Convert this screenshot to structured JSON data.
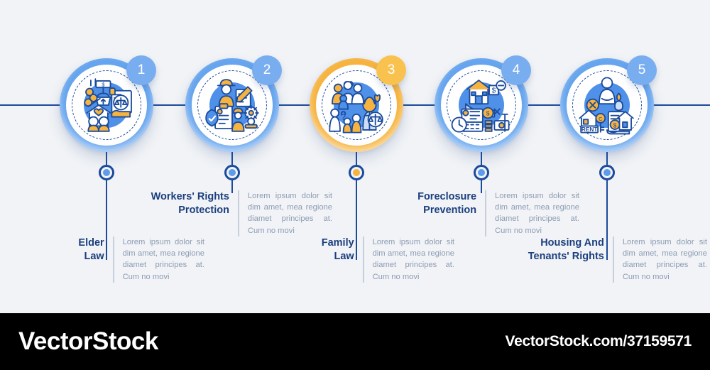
{
  "graphic": {
    "type": "timeline-infographic",
    "steps_count": 5,
    "colors": {
      "background": "#f1f3f6",
      "primary_blue": "#65a4ee",
      "dark_blue": "#1b4b9c",
      "title_blue": "#1b3f7e",
      "accent_yellow": "#f6b33e",
      "badge_blue": "#78aef0",
      "badge_yellow": "#f9c24f",
      "body_text": "#8d9cb3",
      "footer": "#000000"
    }
  },
  "steps": [
    {
      "number": "1",
      "title": "Elder\nLaw",
      "body": "Lorem ipsum dolor sit dim amet, mea regione diamet principes at. Cum no movi",
      "icon": "elderly-couple-home-finance-icon",
      "accent": false
    },
    {
      "number": "2",
      "title": "Workers' Rights\nProtection",
      "body": "Lorem ipsum dolor sit dim amet, mea regione diamet principes at. Cum no movi",
      "icon": "construction-worker-clipboard-icon",
      "accent": false
    },
    {
      "number": "3",
      "title": "Family\nLaw",
      "body": "Lorem ipsum dolor sit dim amet, mea regione diamet principes at. Cum no movi",
      "icon": "family-group-scales-icon",
      "accent": true
    },
    {
      "number": "4",
      "title": "Foreclosure\nPrevention",
      "body": "Lorem ipsum dolor sit dim amet, mea regione diamet principes at. Cum no movi",
      "icon": "house-money-calendar-icon",
      "accent": false
    },
    {
      "number": "5",
      "title": "Housing And\nTenants' Rights",
      "body": "Lorem ipsum dolor sit dim amet, mea regione diamet principes at. Cum no movi",
      "icon": "rent-house-key-icon",
      "accent": false
    }
  ],
  "footer": {
    "brand": "VectorStock",
    "url": "VectorStock.com/37159571"
  }
}
